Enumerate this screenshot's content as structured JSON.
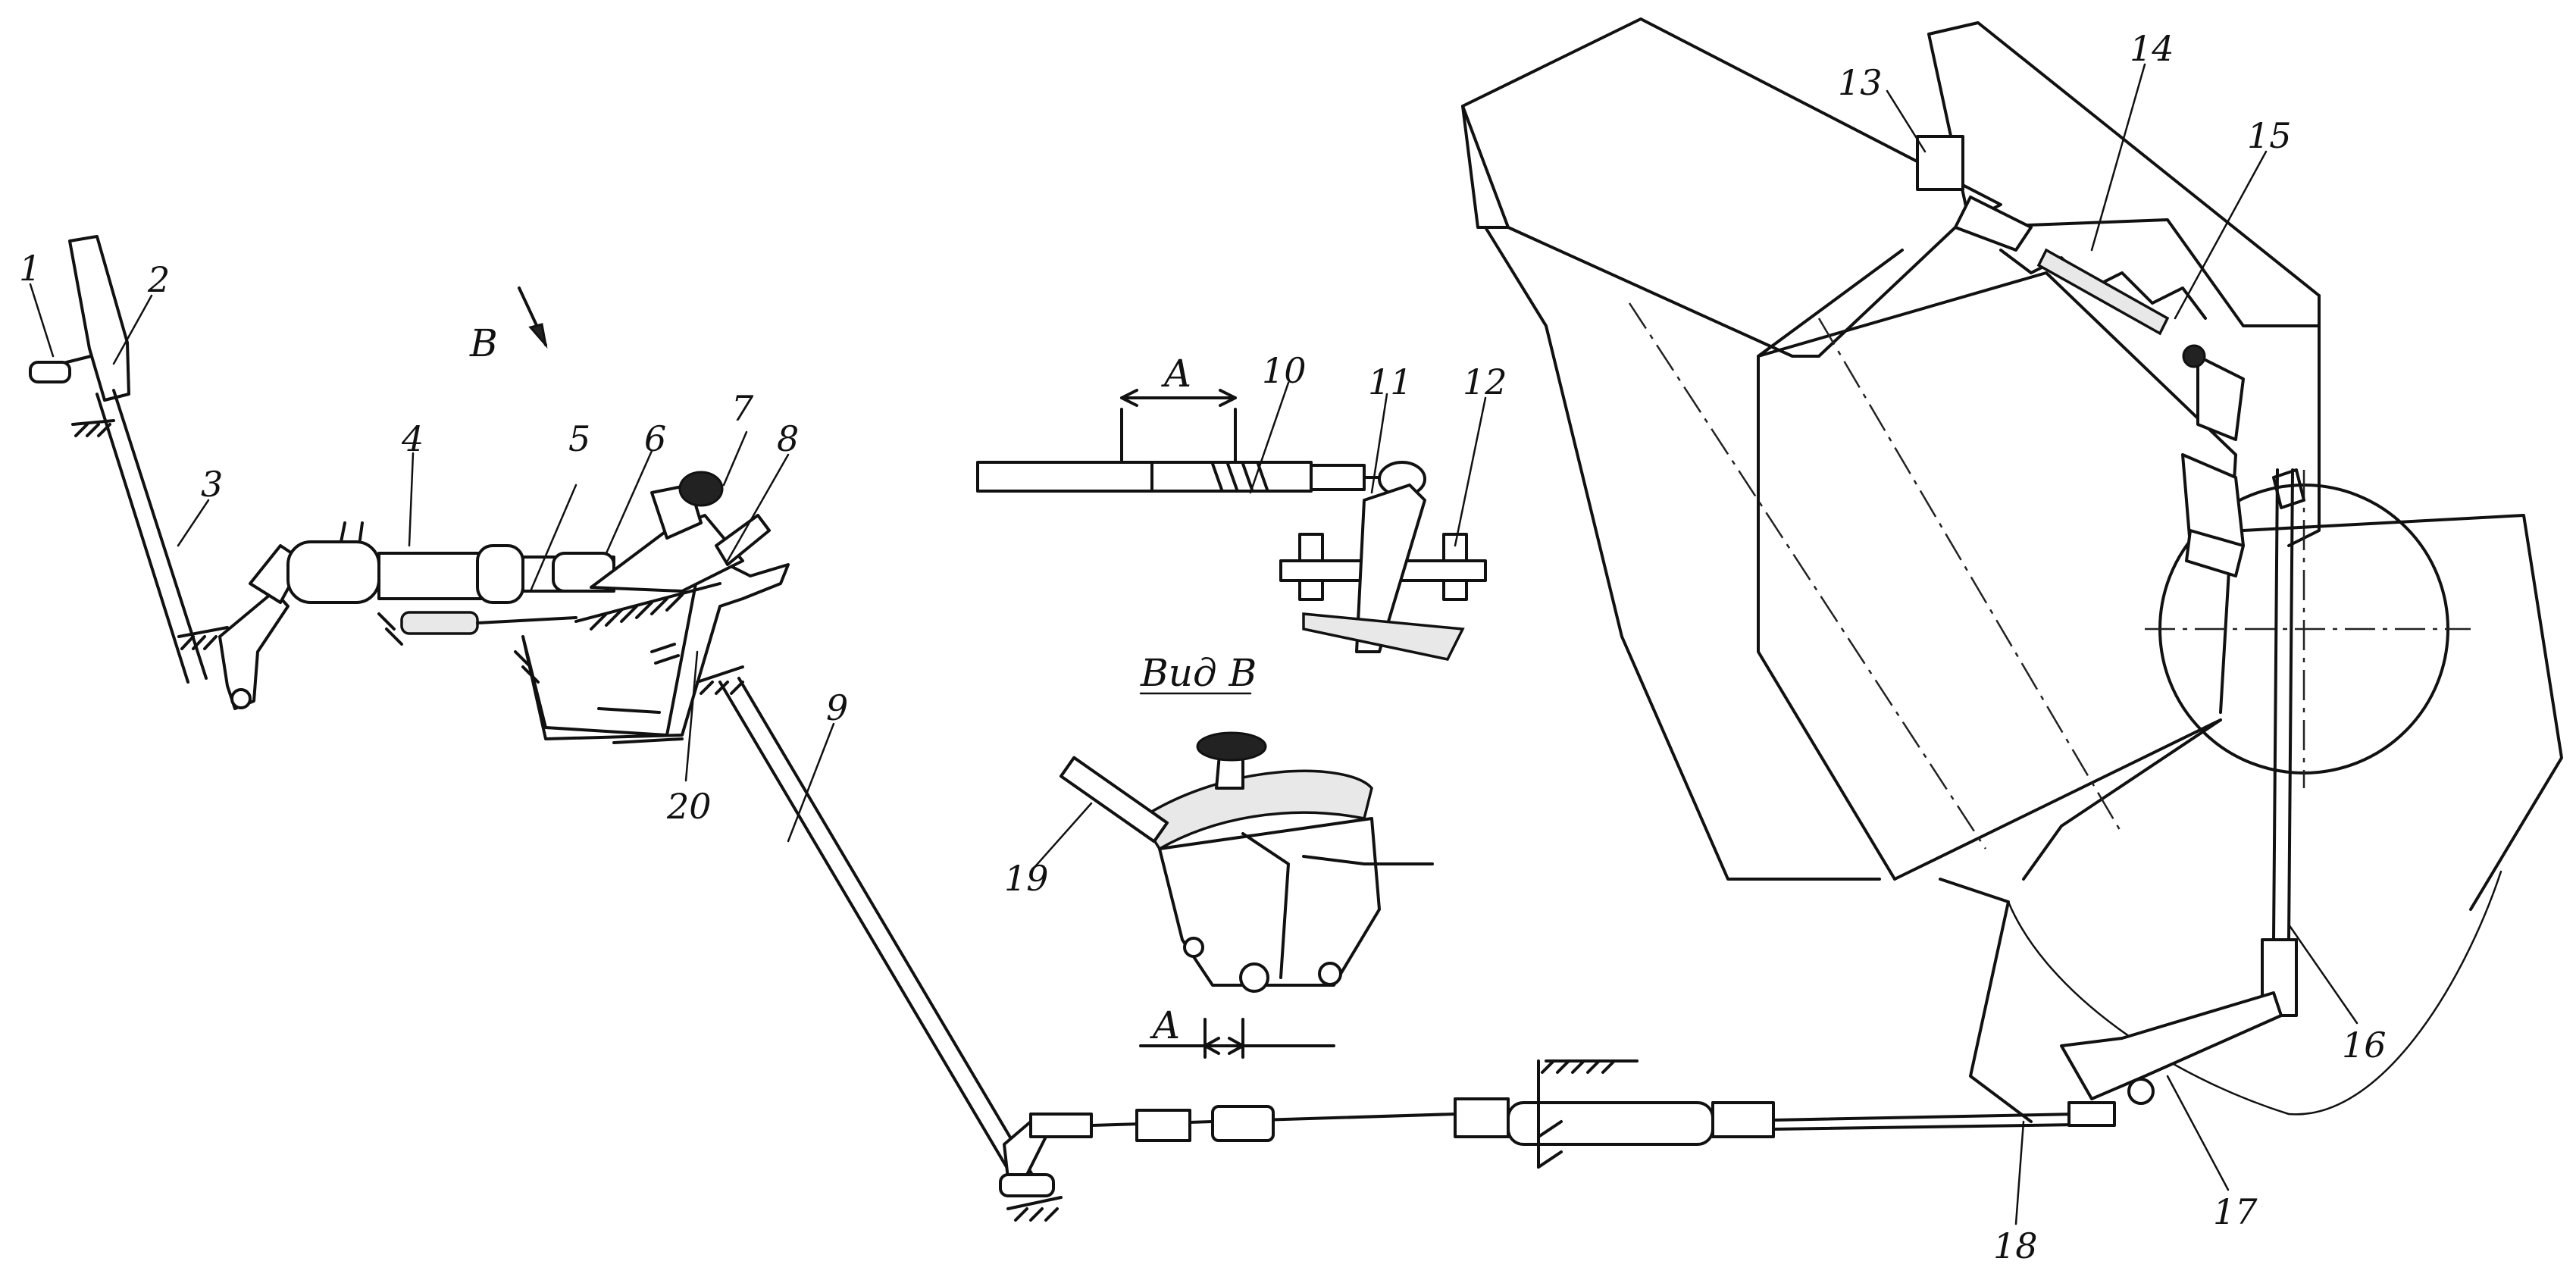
{
  "diagram": {
    "view_label": "Вид В",
    "view_arrow_label": "В",
    "dimension_label": "А",
    "callouts": [
      "1",
      "2",
      "3",
      "4",
      "5",
      "6",
      "7",
      "8",
      "9",
      "10",
      "11",
      "12",
      "13",
      "14",
      "15",
      "16",
      "17",
      "18",
      "19",
      "20"
    ]
  }
}
